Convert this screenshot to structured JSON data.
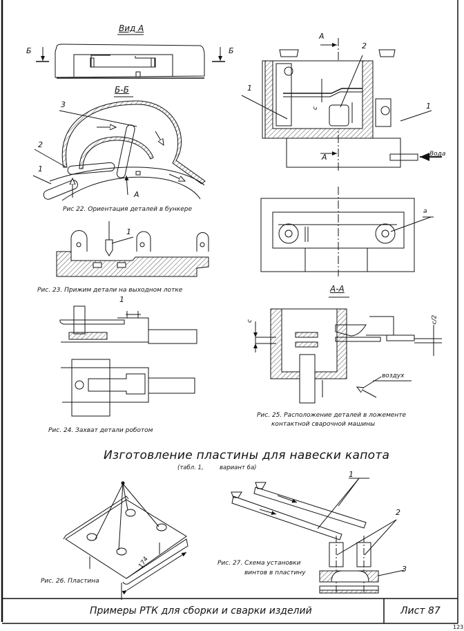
{
  "sheet": {
    "title_block_text": "Примеры РТК для сборки и сварки изделий",
    "sheet_label": "Лист 87",
    "corner_mark": "123"
  },
  "fig22": {
    "view_title": "Вид А",
    "section_title": "Б-Б",
    "section_mark_left": "Б",
    "section_mark_right": "Б",
    "callouts": [
      "1",
      "2",
      "3"
    ],
    "view_arrow_label": "А",
    "caption": "Рис 22. Ориентация деталей в бункере"
  },
  "fig23": {
    "callout": "1",
    "caption": "Рис. 23. Прижим детали на выходном лотке"
  },
  "fig24": {
    "callout": "1",
    "caption": "Рис. 24. Захват детали роботом"
  },
  "fig25": {
    "section_mark_top": "А",
    "section_mark_bottom": "А",
    "callouts": [
      "1",
      "2",
      "1"
    ],
    "dimension_c": "c",
    "water_label": "Вода",
    "detail_label": "a",
    "section_title": "А-А",
    "dimension_c_left": "c",
    "dimension_c_half": "c/2",
    "air_label": "воздух",
    "caption_line1": "Рис. 25. Расположение деталей в ложементе",
    "caption_line2": "контактной сварочной машины"
  },
  "section_heading": {
    "title": "Изготовление пластины для навески капота",
    "subtitle_left": "(табл. 1,",
    "subtitle_right": "вариант 6а)"
  },
  "fig26": {
    "dimension": "174",
    "caption": "Рис. 26. Пластина"
  },
  "fig27": {
    "callouts": [
      "1",
      "2",
      "3"
    ],
    "caption_line1": "Рис. 27. Схема установки",
    "caption_line2": "винтов в пластину"
  }
}
